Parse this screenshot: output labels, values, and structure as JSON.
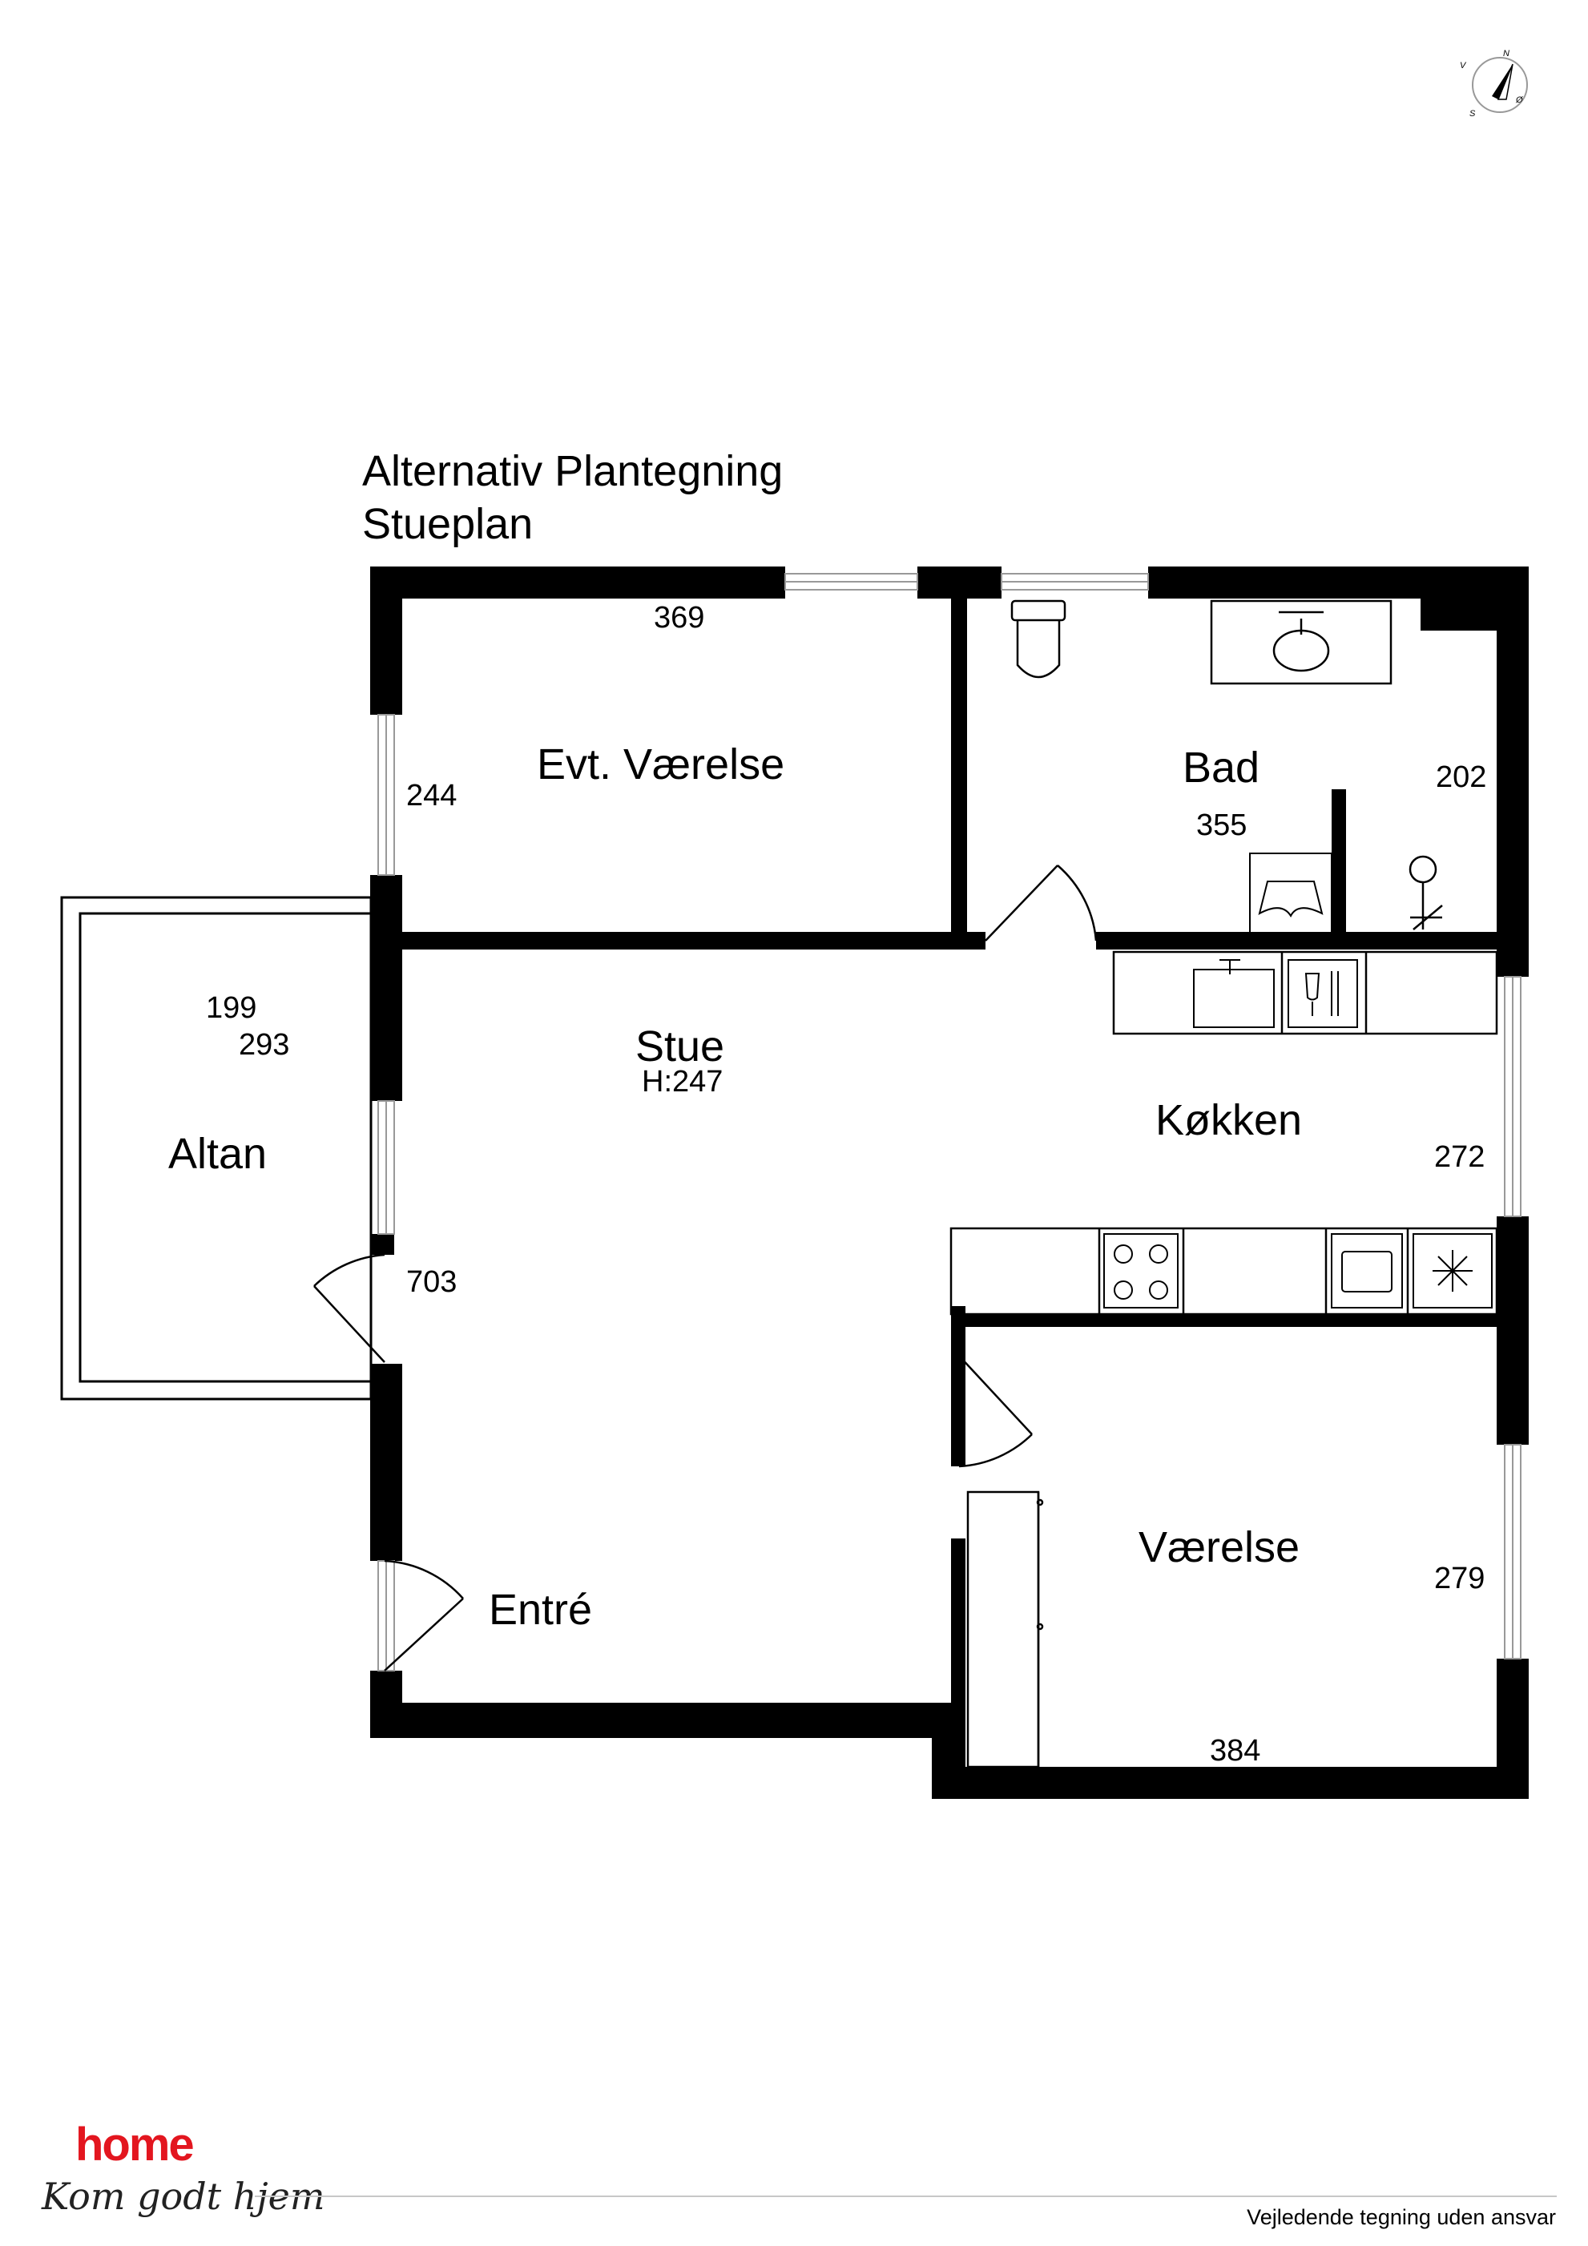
{
  "title": {
    "line1": "Alternativ Plantegning",
    "line2": "Stueplan"
  },
  "compass": {
    "n": "N",
    "s": "S",
    "v": "V",
    "o": "Ø"
  },
  "rooms": {
    "evt_vaerelse": {
      "name": "Evt. Værelse",
      "dim_top": "369",
      "dim_side": "244"
    },
    "bad": {
      "name": "Bad",
      "dim_a": "355",
      "dim_b": "202"
    },
    "altan": {
      "name": "Altan",
      "dim_a": "199",
      "dim_b": "293"
    },
    "stue": {
      "name": "Stue",
      "height": "H:247",
      "dim": "703"
    },
    "koekken": {
      "name": "Køkken",
      "dim": "272"
    },
    "vaerelse": {
      "name": "Værelse",
      "dim_side": "279",
      "dim_bottom": "384"
    },
    "entre": {
      "name": "Entré"
    }
  },
  "brand": {
    "name": "home",
    "tagline": "Kom godt hjem",
    "color": "#e3161f"
  },
  "footer": {
    "disclaimer": "Vejledende tegning uden ansvar"
  }
}
